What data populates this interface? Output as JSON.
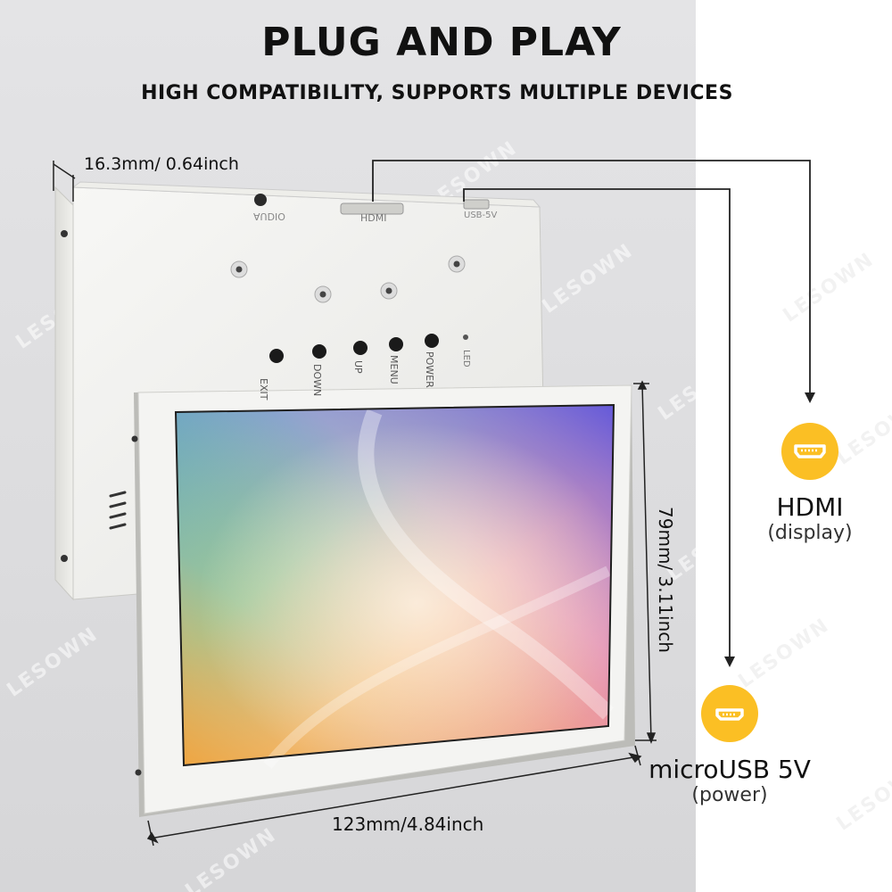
{
  "title": "PLUG AND PLAY",
  "subtitle": "HIGH COMPATIBILITY, SUPPORTS MULTIPLE DEVICES",
  "watermark": "LESOWN",
  "dimensions": {
    "thickness": "16.3mm/ 0.64inch",
    "height": "79mm/ 3.11inch",
    "width": "123mm/4.84inch"
  },
  "back_panel": {
    "port_labels": [
      "AUDIO",
      "HDMI",
      "USB-5V"
    ],
    "buttons": [
      "EXIT",
      "DOWN",
      "UP",
      "MENU",
      "POWER"
    ],
    "led_label": "LED"
  },
  "ports": [
    {
      "name": "HDMI",
      "sub": "(display)",
      "icon": "hdmi-port-icon"
    },
    {
      "name": "microUSB 5V",
      "sub": "(power)",
      "icon": "micro-usb-port-icon"
    }
  ],
  "colors": {
    "accent": "#fbbf24",
    "background": "#dddddf",
    "line": "#222222"
  }
}
